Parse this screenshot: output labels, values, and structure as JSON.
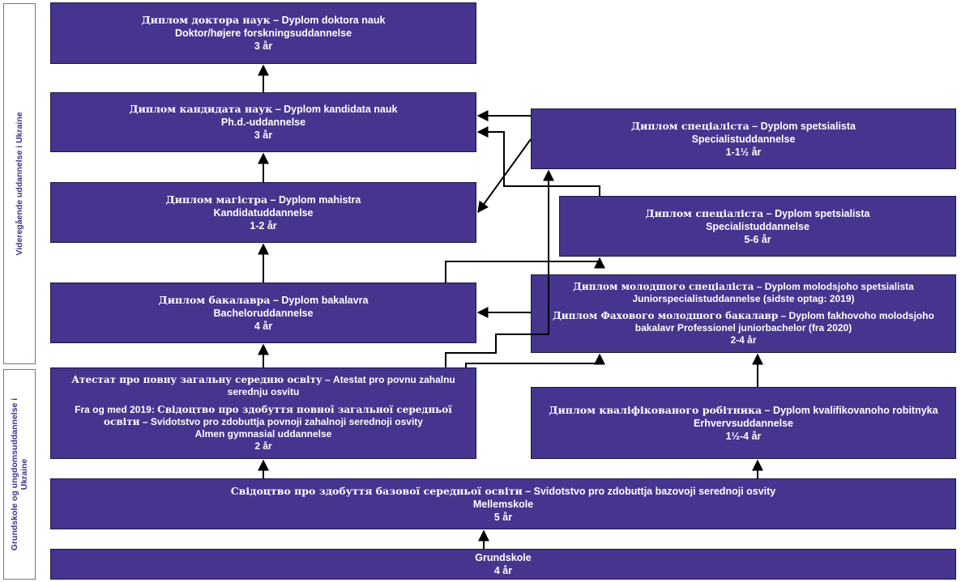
{
  "side_labels": {
    "higher": "Videregående uddannelse i Ukraine",
    "school_line1": "Grundskole og ungdomsuddannelse i",
    "school_line2": "Ukraine"
  },
  "nodes": {
    "doctor": {
      "ua": "Диплом доктора наук",
      "translit": " – Dyplom doktora nauk",
      "dk": "Doktor/højere forskningsuddannelse",
      "duration": "3 år"
    },
    "candidate": {
      "ua": "Диплом кандидата наук",
      "translit": " – Dyplom kandidata nauk",
      "dk": "Ph.d.-uddannelse",
      "duration": "3 år"
    },
    "master": {
      "ua": "Диплом магістра",
      "translit": " – Dyplom mahistra",
      "dk": "Kandidatuddannelse",
      "duration": "1-2 år"
    },
    "bachelor": {
      "ua": "Диплом бакалавра",
      "translit": " – Dyplom bakalavra",
      "dk": "Bacheloruddannelse",
      "duration": "4 år"
    },
    "specialist_short": {
      "ua": "Диплом спеціаліста",
      "translit": " – Dyplom spetsialista",
      "dk": "Specialistuddannelse",
      "duration": "1-1½ år"
    },
    "specialist_long": {
      "ua": "Диплом спеціаліста",
      "translit": " – Dyplom spetsialista",
      "dk": "Specialistuddannelse",
      "duration": "5-6 år"
    },
    "junior": {
      "ua1": "Диплом молодшого спеціаліста",
      "translit1": " – Dyplom molodsjoho spetsialista",
      "dk1": "Juniorspecialistuddannelse (sidste optag: 2019)",
      "ua2": "Диплом Фахового молодшого бакалавр",
      "translit2": " – Dyplom fakhovoho molodsjoho",
      "translit2b": "bakalavr Professionel juniorbachelor (fra 2020)",
      "duration": "2-4 år"
    },
    "atestat": {
      "ua": "Атестат про повну загальну середню освіту",
      "translit": " – Atestat pro povnu zahalnu",
      "translit_b": "serednju osvitu",
      "from_prefix": "Fra og med 2019: ",
      "ua2": "Свідоцтво про здобуття повної загальної середньої",
      "ua2b": "освіти",
      "translit2": " – Svidotstvo pro zdobuttja povnoji zahalnoji serednoji osvity",
      "dk": "Almen gymnasial uddannelse",
      "duration": "2 år"
    },
    "worker": {
      "ua": "Диплом кваліфікованого робітника",
      "translit": " – Dyplom kvalifikovanoho robitnyka",
      "dk": "Erhvervsuddannelse",
      "duration": "1½-4 år"
    },
    "basic": {
      "ua": "Свідоцтво про здобуття базової середньої освіти",
      "translit": " – Svidotstvo pro zdobuttja bazovoji serednoji osvity",
      "dk": "Mellemskole",
      "duration": "5 år"
    },
    "primary": {
      "dk": "Grundskole",
      "duration": "4 år"
    }
  },
  "colors": {
    "box_fill": "#46348f",
    "box_text": "#ffffff",
    "side_text": "#3f2c8c",
    "connector": "#000000"
  }
}
